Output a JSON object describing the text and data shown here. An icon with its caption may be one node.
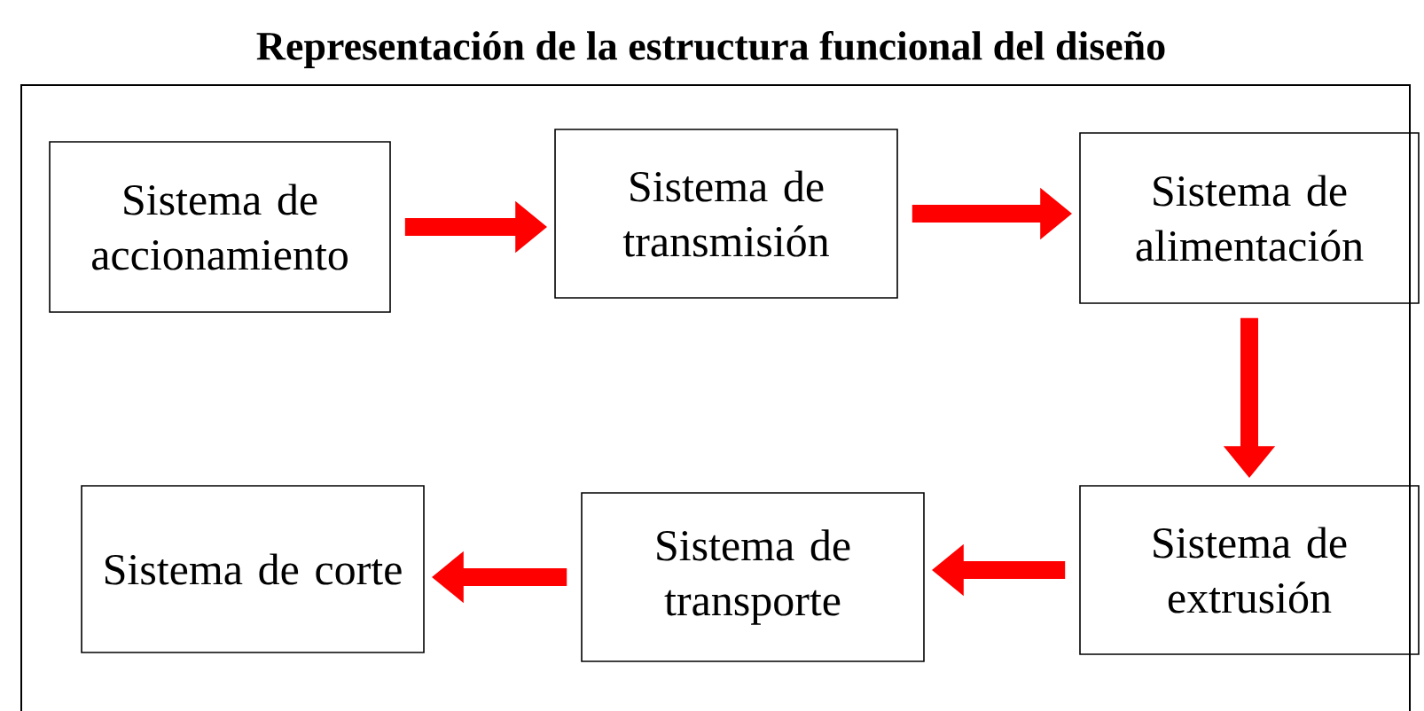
{
  "diagram": {
    "title": "Representación de la estructura funcional del diseño",
    "nodes": [
      {
        "text": [
          "Sistema de accionamiento"
        ]
      },
      {
        "text": [
          "Sistema de transmisión"
        ]
      },
      {
        "text": [
          "Sistema de alimentación"
        ]
      },
      {
        "text": [
          "Sistema de extrusión"
        ]
      },
      {
        "text": [
          "Sistema de transporte"
        ]
      },
      {
        "text": [
          "Sistema de corte"
        ]
      }
    ],
    "edges": [
      {
        "from": 0,
        "to": 1,
        "arrow": "to"
      },
      {
        "from": 1,
        "to": 2,
        "arrow": "to"
      },
      {
        "from": 2,
        "to": 3,
        "arrow": "to"
      },
      {
        "from": 3,
        "to": 4,
        "arrow": "to"
      },
      {
        "from": 4,
        "to": 5,
        "arrow": "to"
      }
    ]
  }
}
